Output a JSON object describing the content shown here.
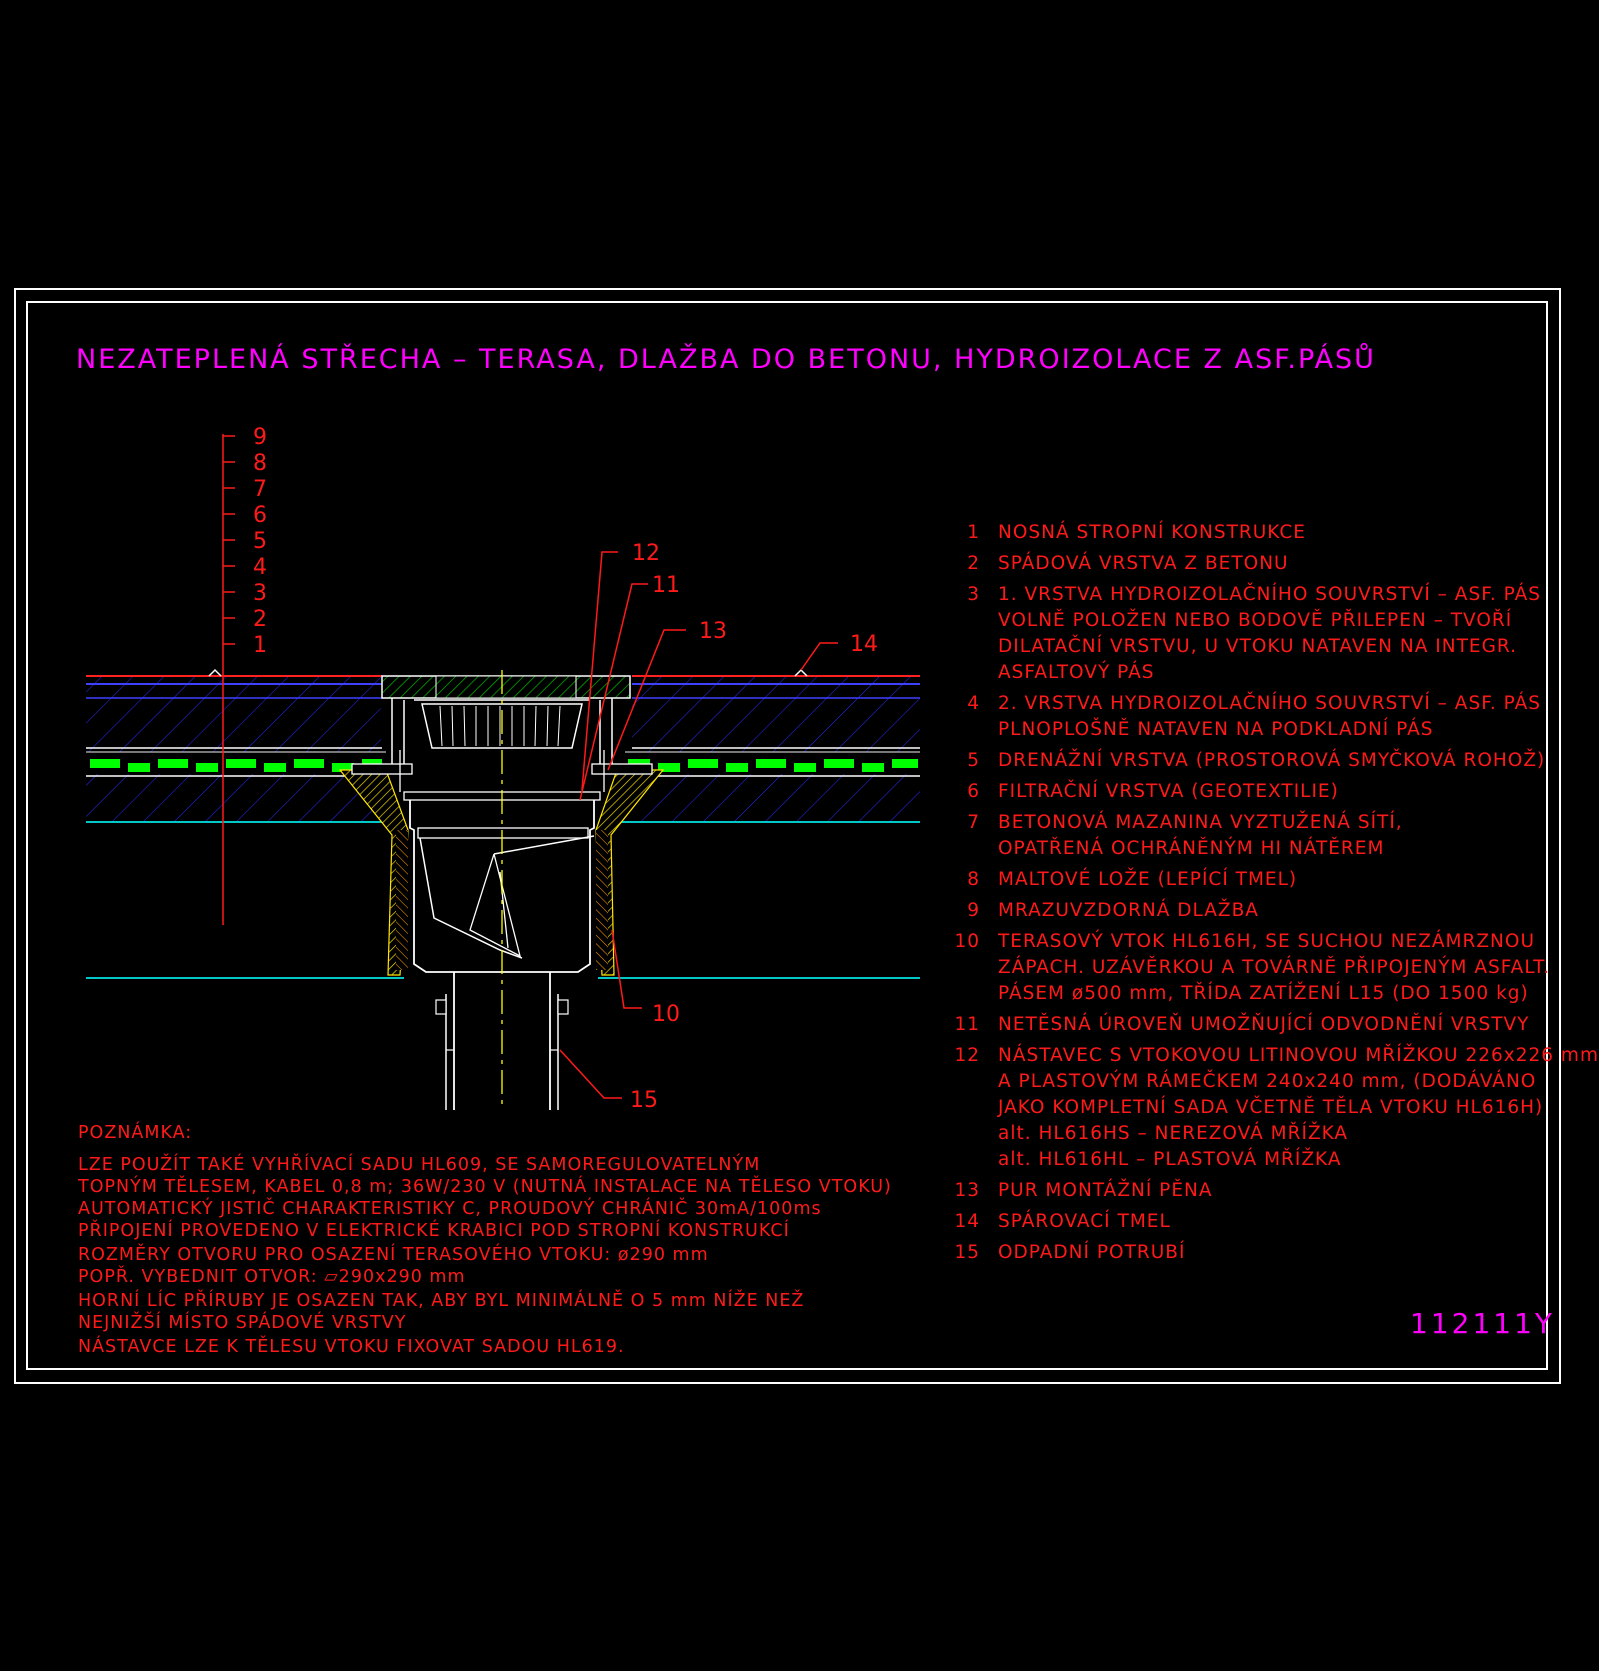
{
  "title": "NEZATEPLENÁ STŘECHA – TERASA, DLAŽBA DO BETONU, HYDROIZOLACE Z ASF.PÁSŮ",
  "drawing_code": "112111Y",
  "colors": {
    "background": "#000000",
    "frame": "#ffffff",
    "title": "#ff00ff",
    "text": "#ff1a1a",
    "layer_lines": "#1a1aff",
    "drainage": "#00ff00",
    "cyan": "#00c8c8",
    "axis": "#ffff00",
    "foam": "#ffe600"
  },
  "layer_scale": [
    "9",
    "8",
    "7",
    "6",
    "5",
    "4",
    "3",
    "2",
    "1"
  ],
  "callouts": {
    "c10": "10",
    "c11": "11",
    "c12": "12",
    "c13": "13",
    "c14": "14",
    "c15": "15"
  },
  "legend": [
    {
      "num": "1",
      "lines": [
        "NOSNÁ STROPNÍ KONSTRUKCE"
      ]
    },
    {
      "num": "2",
      "lines": [
        "SPÁDOVÁ VRSTVA Z BETONU"
      ]
    },
    {
      "num": "3",
      "lines": [
        "1. VRSTVA HYDROIZOLAČNÍHO SOUVRSTVÍ – ASF. PÁS",
        "VOLNĚ POLOŽEN NEBO BODOVĚ PŘILEPEN – TVOŘÍ",
        "DILATAČNÍ VRSTVU, U VTOKU NATAVEN NA INTEGR.",
        "ASFALTOVÝ PÁS"
      ]
    },
    {
      "num": "4",
      "lines": [
        "2. VRSTVA HYDROIZOLAČNÍHO SOUVRSTVÍ – ASF. PÁS",
        "PLNOPLOŠNĚ NATAVEN NA PODKLADNÍ PÁS"
      ]
    },
    {
      "num": "5",
      "lines": [
        "DRENÁŽNÍ VRSTVA (PROSTOROVÁ SMYČKOVÁ ROHOŽ)"
      ]
    },
    {
      "num": "6",
      "lines": [
        "FILTRAČNÍ VRSTVA (GEOTEXTILIE)"
      ]
    },
    {
      "num": "7",
      "lines": [
        "BETONOVÁ MAZANINA VYZTUŽENÁ SÍTÍ,",
        "OPATŘENÁ OCHRÁNĚNÝM HI NÁTĚREM"
      ]
    },
    {
      "num": "8",
      "lines": [
        "MALTOVÉ LOŽE (LEPÍCÍ TMEL)"
      ]
    },
    {
      "num": "9",
      "lines": [
        "MRAZUVZDORNÁ DLAŽBA"
      ]
    },
    {
      "num": "10",
      "lines": [
        "TERASOVÝ VTOK HL616H, SE SUCHOU NEZÁMRZNOU",
        "ZÁPACH. UZÁVĚRKOU A TOVÁRNĚ PŘIPOJENÝM ASFALT.",
        "PÁSEM ø500 mm, TŘÍDA ZATÍŽENÍ L15 (DO 1500 kg)"
      ]
    },
    {
      "num": "11",
      "lines": [
        "NETĚSNÁ ÚROVEŇ UMOŽŇUJÍCÍ ODVODNĚNÍ VRSTVY"
      ]
    },
    {
      "num": "12",
      "lines": [
        "NÁSTAVEC S VTOKOVOU LITINOVOU MŘÍŽKOU 226x226 mm",
        "A PLASTOVÝM RÁMEČKEM 240x240 mm, (DODÁVÁNO",
        "JAKO KOMPLETNÍ SADA VČETNĚ TĚLA VTOKU HL616H)",
        "alt. HL616HS – NEREZOVÁ MŘÍŽKA",
        "alt. HL616HL – PLASTOVÁ MŘÍŽKA"
      ]
    },
    {
      "num": "13",
      "lines": [
        "PUR MONTÁŽNÍ PĚNA"
      ]
    },
    {
      "num": "14",
      "lines": [
        "SPÁROVACÍ TMEL"
      ]
    },
    {
      "num": "15",
      "lines": [
        "ODPADNÍ POTRUBÍ"
      ]
    }
  ],
  "notes": {
    "heading": "POZNÁMKA:",
    "blocks": [
      [
        "LZE POUŽÍT TAKÉ VYHŘÍVACÍ SADU HL609, SE SAMOREGULOVATELNÝM",
        "TOPNÝM TĚLESEM, KABEL 0,8 m; 36W/230 V (NUTNÁ INSTALACE NA TĚLESO VTOKU)",
        "AUTOMATICKÝ JISTIČ CHARAKTERISTIKY C, PROUDOVÝ CHRÁNIČ 30mA/100ms",
        "PŘIPOJENÍ PROVEDENO V ELEKTRICKÉ KRABICI POD STROPNÍ KONSTRUKCÍ"
      ],
      [
        "ROZMĚRY OTVORU PRO OSAZENÍ TERASOVÉHO VTOKU: ø290 mm",
        "POPŘ. VYBEDNIT OTVOR: ▱290x290 mm"
      ],
      [
        "HORNÍ LÍC PŘÍRUBY JE OSAZEN TAK, ABY BYL MINIMÁLNĚ O 5 mm NÍŽE NEŽ",
        "NEJNIŽŠÍ MÍSTO SPÁDOVÉ VRSTVY"
      ],
      [
        "NÁSTAVCE LZE K TĚLESU VTOKU FIXOVAT SADOU HL619."
      ]
    ]
  }
}
